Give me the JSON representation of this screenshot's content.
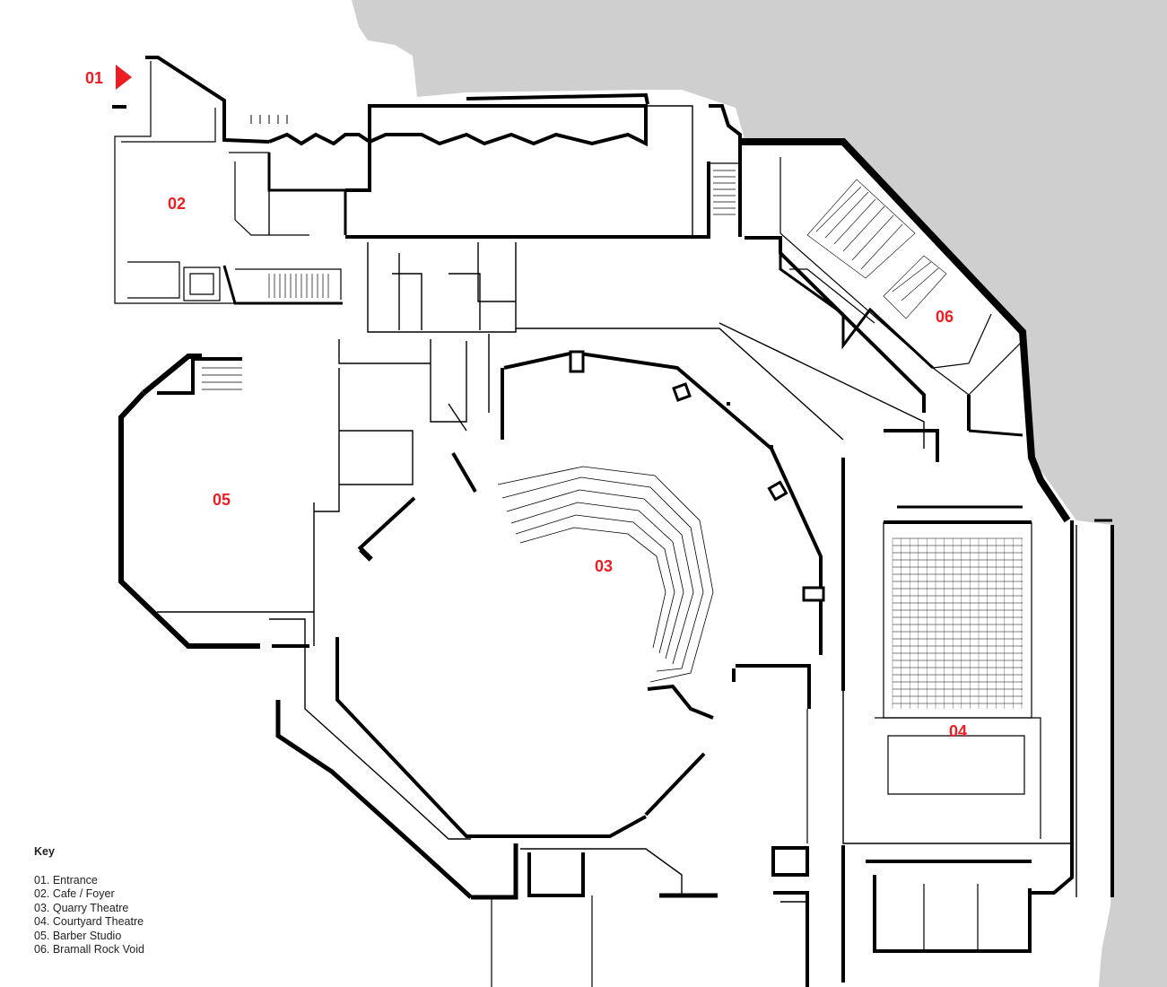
{
  "labels": {
    "entrance": "01",
    "cafe": "02",
    "quarry": "03",
    "courtyard": "04",
    "barber": "05",
    "bramall": "06"
  },
  "key": {
    "title": "Key",
    "items": [
      "01. Entrance",
      "02. Cafe / Foyer",
      "03. Quarry Theatre",
      "04. Courtyard Theatre",
      "05. Barber Studio",
      "06. Bramall Rock Void"
    ]
  },
  "colors": {
    "label": "#ee1c23",
    "exterior": "#cfcfcf",
    "wall": "#000000",
    "background": "#ffffff"
  }
}
